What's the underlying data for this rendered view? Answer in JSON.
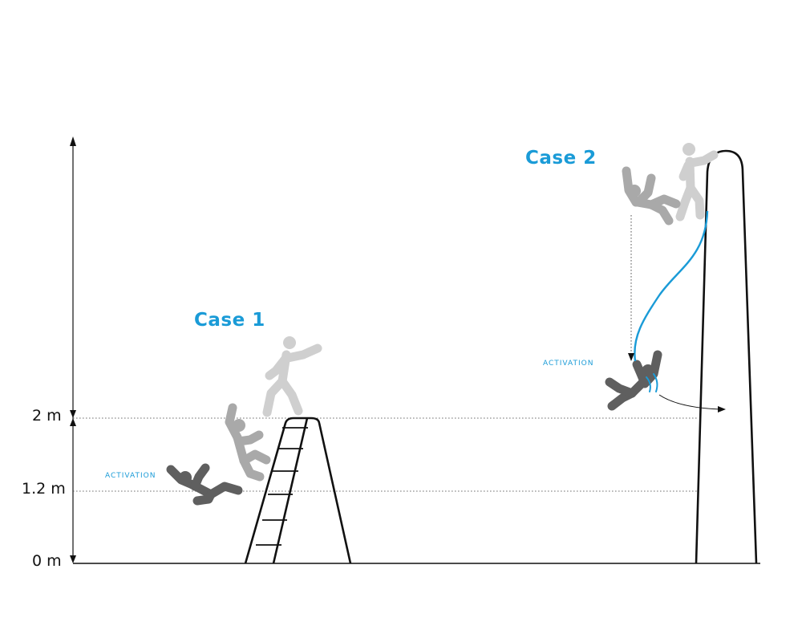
{
  "heights": {
    "top": "2 m",
    "mid": "1.2 m",
    "ground": "0 m"
  },
  "case1": {
    "title": "Case 1",
    "activation": "ACTIVATION"
  },
  "case2": {
    "title": "Case 2",
    "activation": "ACTIVATION"
  },
  "colors": {
    "accent": "#1a9bd7",
    "line": "#111111",
    "figure_light": "#cfcfcf",
    "figure_mid": "#a9a9a9",
    "figure_dark": "#5f5f5f"
  },
  "icons": {
    "ladder": "step-ladder-icon",
    "pole": "pole-icon",
    "fall_figures": "falling-person-icon"
  }
}
